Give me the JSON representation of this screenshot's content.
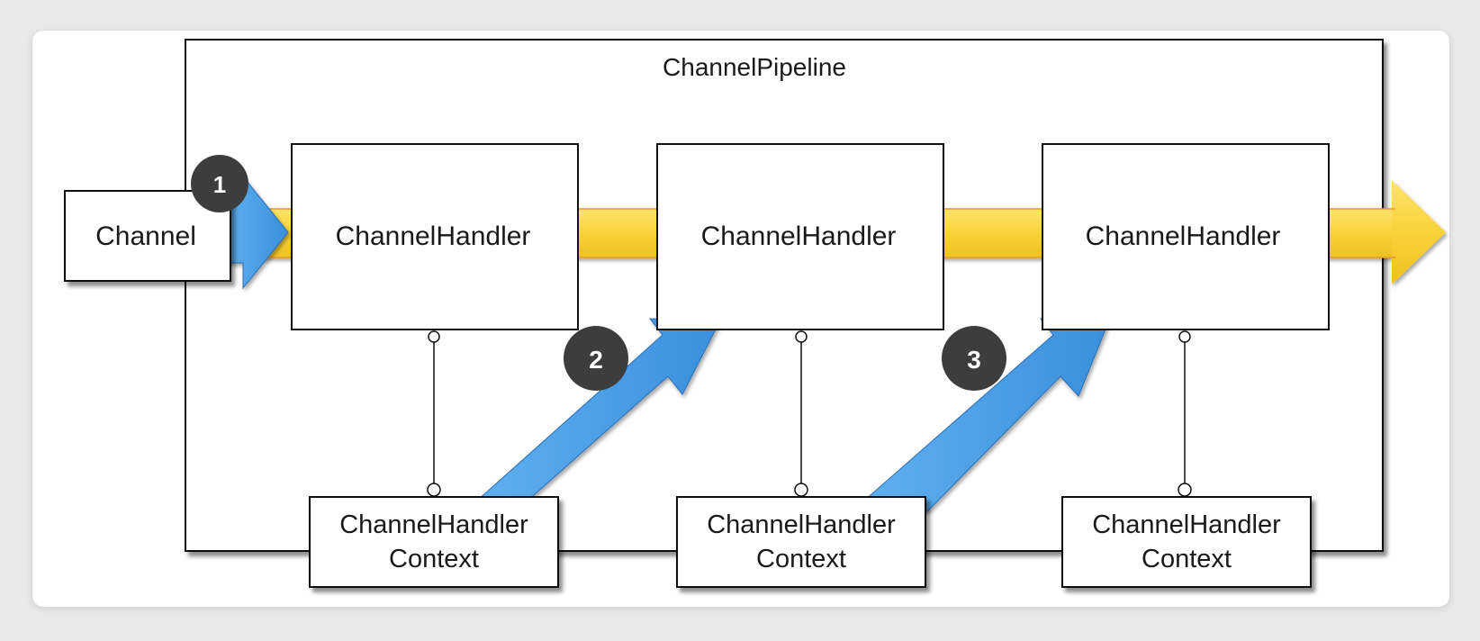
{
  "pipeline": {
    "title": "ChannelPipeline"
  },
  "channel": {
    "label": "Channel"
  },
  "handlers": [
    {
      "label": "ChannelHandler",
      "context_line1": "ChannelHandler",
      "context_line2": "Context"
    },
    {
      "label": "ChannelHandler",
      "context_line1": "ChannelHandler",
      "context_line2": "Context"
    },
    {
      "label": "ChannelHandler",
      "context_line1": "ChannelHandler",
      "context_line2": "Context"
    }
  ],
  "steps": [
    "1",
    "2",
    "3"
  ],
  "colors": {
    "flow_arrow": "#f7d84a",
    "context_arrow": "#4a9de0",
    "step_badge": "#3d3d3d",
    "box_border": "#111111"
  }
}
